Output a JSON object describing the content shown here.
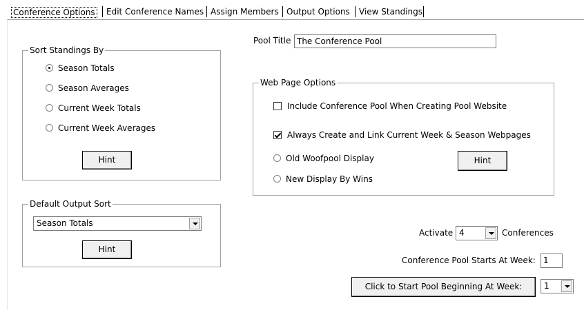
{
  "tabs": [
    {
      "label": "Conference Options",
      "active": true
    },
    {
      "label": "Edit Conference Names",
      "active": false
    },
    {
      "label": "Assign Members",
      "active": false
    },
    {
      "label": "Output Options",
      "active": false
    },
    {
      "label": "View Standings",
      "active": false
    }
  ],
  "sort_standings": {
    "title": "Sort Standings By",
    "options": [
      {
        "label": "Season Totals",
        "selected": true
      },
      {
        "label": "Season Averages",
        "selected": false
      },
      {
        "label": "Current Week Totals",
        "selected": false
      },
      {
        "label": "Current Week Averages",
        "selected": false
      }
    ],
    "hint_label": "Hint"
  },
  "default_output_sort": {
    "title": "Default Output Sort",
    "selected": "Season Totals",
    "hint_label": "Hint"
  },
  "pool_title": {
    "label": "Pool Title",
    "value": "The Conference Pool"
  },
  "web_page_options": {
    "title": "Web Page Options",
    "include_label": "Include Conference Pool When Creating Pool Website",
    "include_checked": false,
    "always_create_label": "Always Create and Link Current Week & Season Webpages",
    "always_create_checked": true,
    "old_display_label": "Old Woofpool Display",
    "new_display_label": "New Display By Wins",
    "hint_label": "Hint"
  },
  "activate": {
    "label": "Activate",
    "value": "4",
    "suffix": "Conferences"
  },
  "starts_at_week": {
    "label": "Conference Pool Starts At Week:",
    "value": "1"
  },
  "start_pool": {
    "button_label": "Click to Start Pool Beginning At Week:",
    "value": "1"
  }
}
